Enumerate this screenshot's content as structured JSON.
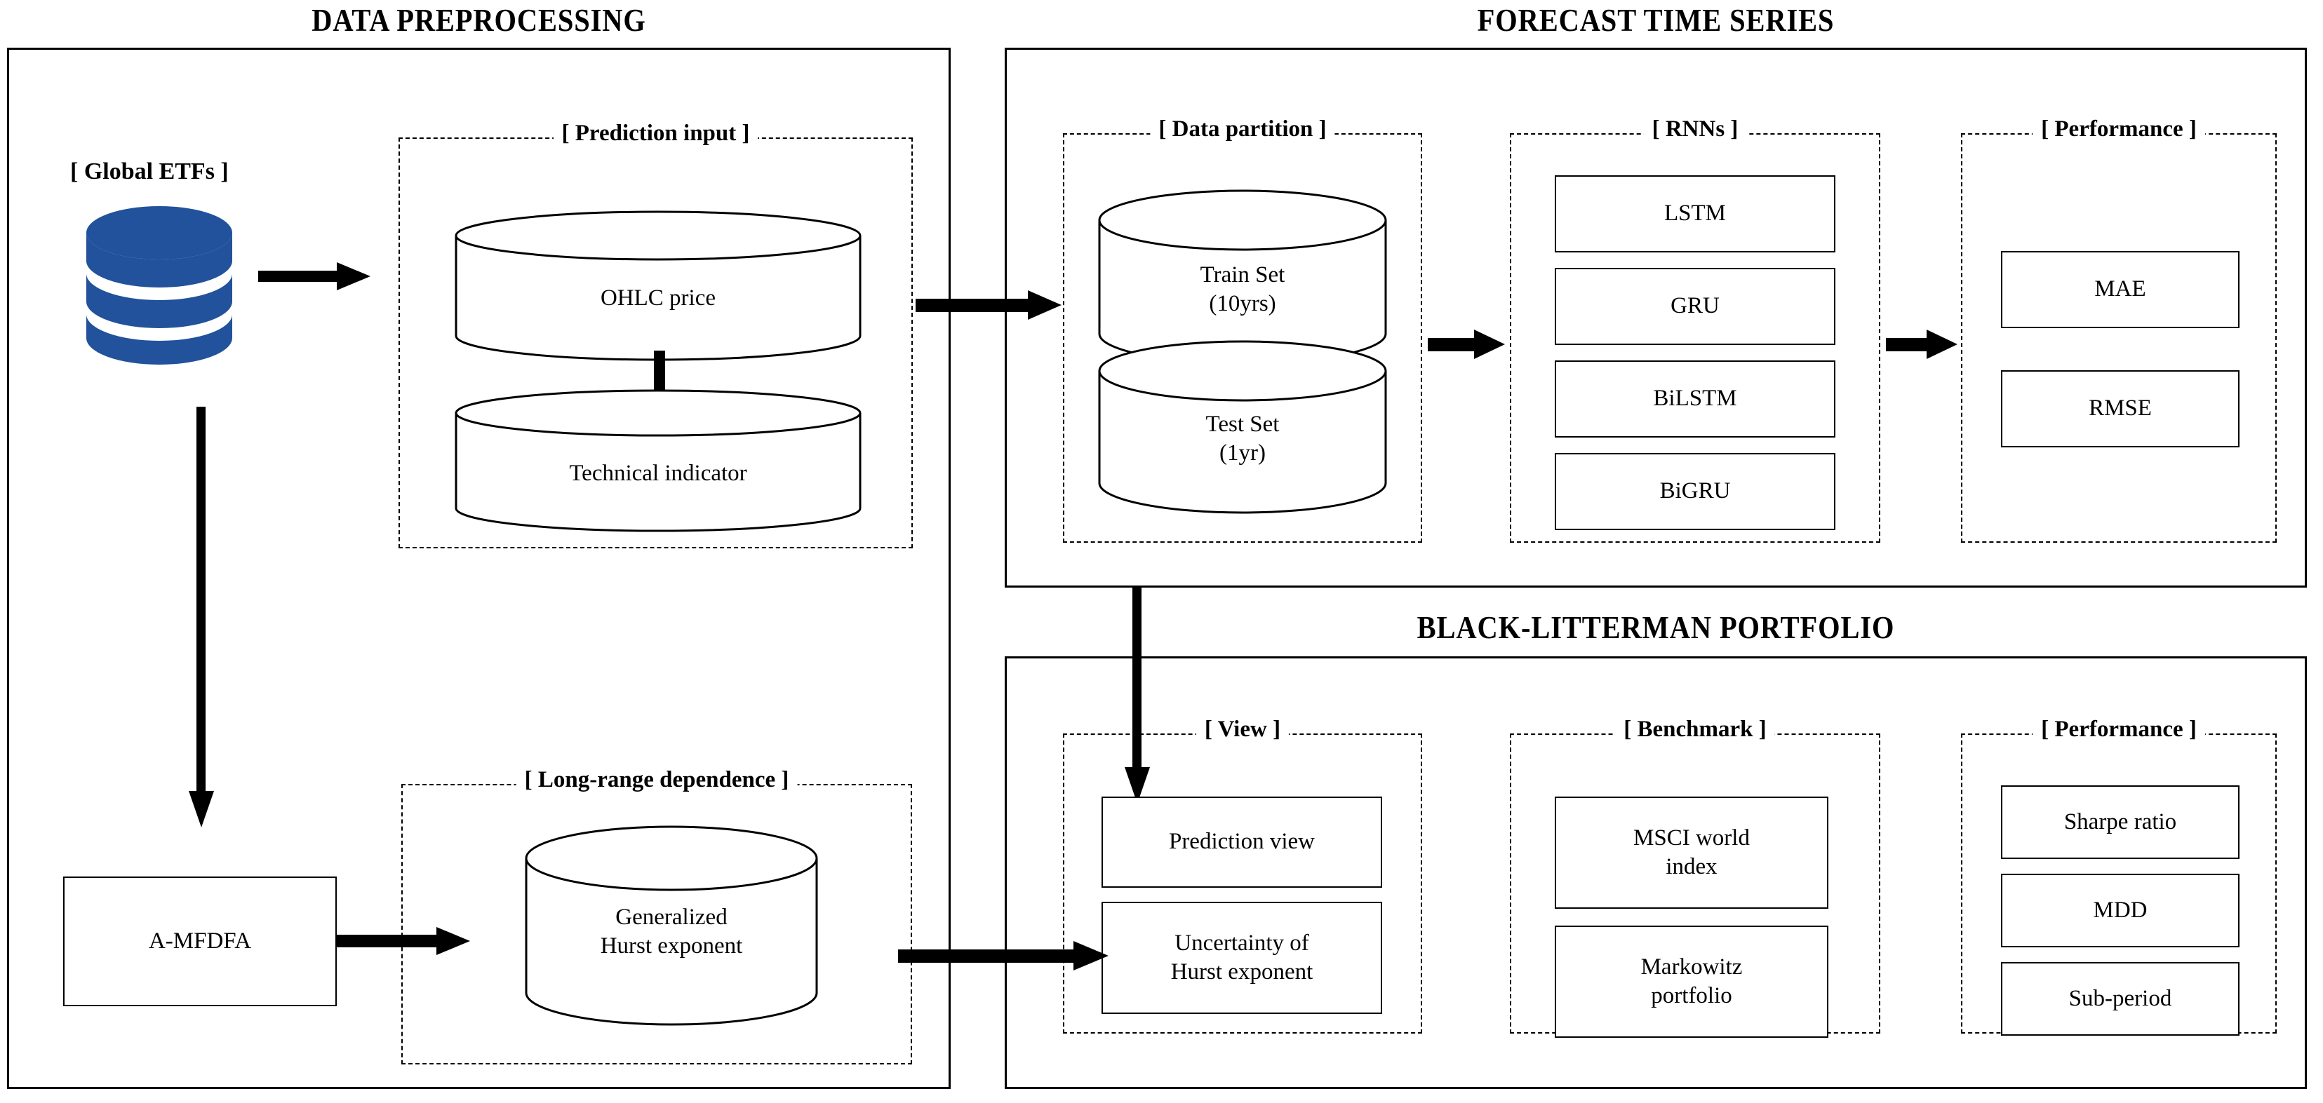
{
  "diagram": {
    "title_data_preprocessing": "DATA PREPROCESSING",
    "title_forecast": "FORECAST TIME SERIES",
    "title_black_litterman": "BLACK-LITTERMAN PORTFOLIO"
  },
  "data_preprocessing": {
    "source_label": "[ Global ETFs ]",
    "source_icon": "database-stack-icon",
    "source_color": "#21529B",
    "prediction_input": {
      "group_label": "[ Prediction input ]",
      "items": [
        {
          "label": "OHLC price",
          "shape": "cylinder"
        },
        {
          "label": "Technical indicator",
          "shape": "cylinder"
        }
      ]
    },
    "method_box": {
      "label": "A-MFDFA",
      "shape": "rect"
    },
    "long_range": {
      "group_label": "[ Long-range dependence ]",
      "items": [
        {
          "label": "Generalized\nHurst exponent",
          "shape": "cylinder"
        }
      ]
    }
  },
  "forecast": {
    "data_partition": {
      "group_label": "[ Data partition ]",
      "items": [
        {
          "label": "Train Set\n(10yrs)",
          "shape": "cylinder"
        },
        {
          "label": "Test Set\n(1yr)",
          "shape": "cylinder"
        }
      ]
    },
    "rnns": {
      "group_label": "[ RNNs ]",
      "items": [
        {
          "label": "LSTM"
        },
        {
          "label": "GRU"
        },
        {
          "label": "BiLSTM"
        },
        {
          "label": "BiGRU"
        }
      ]
    },
    "performance": {
      "group_label": "[ Performance ]",
      "items": [
        {
          "label": "MAE"
        },
        {
          "label": "RMSE"
        }
      ]
    }
  },
  "black_litterman": {
    "view": {
      "group_label": "[ View ]",
      "items": [
        {
          "label": "Prediction view"
        },
        {
          "label": "Uncertainty of\nHurst exponent"
        }
      ]
    },
    "benchmark": {
      "group_label": "[ Benchmark ]",
      "items": [
        {
          "label": "MSCI world\nindex"
        },
        {
          "label": "Markowitz\nportfolio"
        }
      ]
    },
    "performance": {
      "group_label": "[ Performance ]",
      "items": [
        {
          "label": "Sharpe ratio"
        },
        {
          "label": "MDD"
        },
        {
          "label": "Sub-period"
        }
      ]
    }
  },
  "arrows": [
    {
      "name": "etfs-to-ohlc",
      "direction": "right"
    },
    {
      "name": "ohlc-to-technical-indicator",
      "direction": "down"
    },
    {
      "name": "prediction-input-to-data-partition",
      "direction": "right"
    },
    {
      "name": "etfs-to-amfdfa",
      "direction": "down"
    },
    {
      "name": "amfdfa-to-hurst",
      "direction": "right"
    },
    {
      "name": "data-partition-to-rnns",
      "direction": "right"
    },
    {
      "name": "rnns-to-performance",
      "direction": "right"
    },
    {
      "name": "forecast-to-prediction-view",
      "direction": "down"
    },
    {
      "name": "hurst-to-uncertainty",
      "direction": "right"
    }
  ]
}
